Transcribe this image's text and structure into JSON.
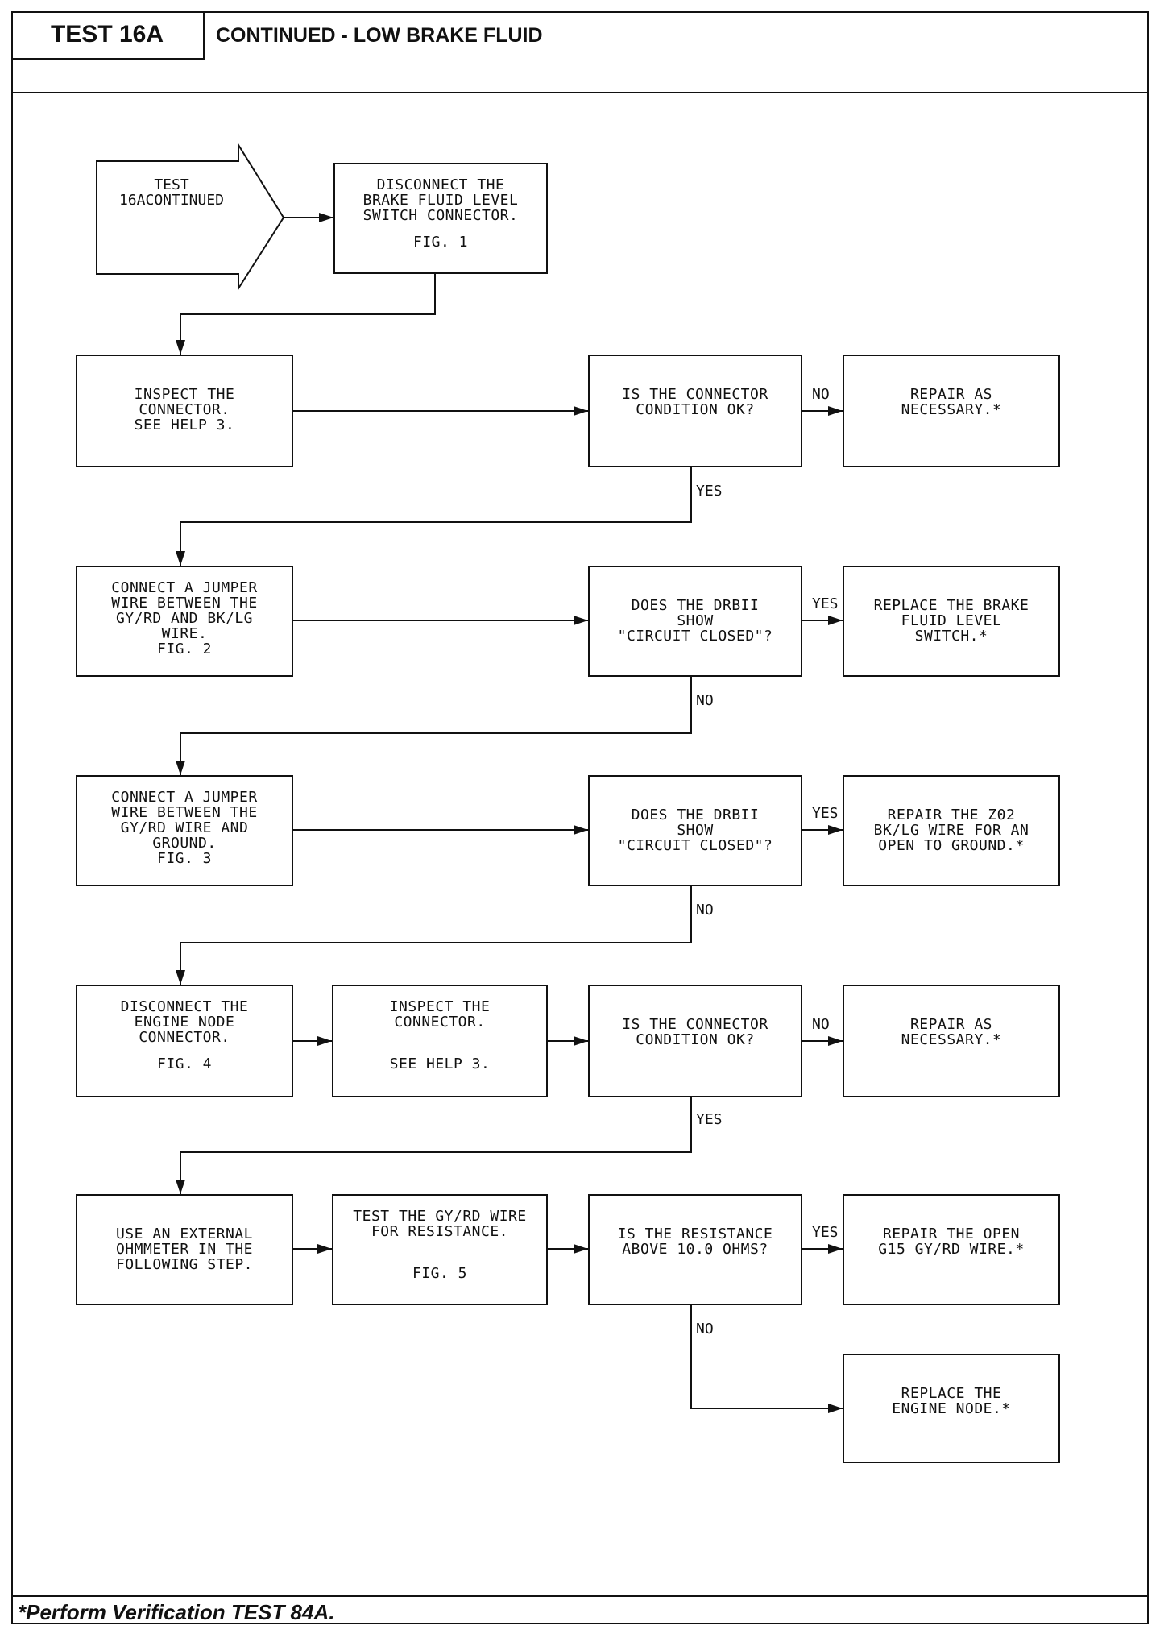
{
  "header": {
    "test_label": "TEST 16A",
    "title": "CONTINUED - LOW BRAKE FLUID"
  },
  "footer": {
    "note": "*Perform Verification TEST 84A."
  },
  "start": {
    "lines": [
      "TEST 16A",
      "CONTINUED"
    ]
  },
  "boxes": {
    "disconnect_switch": {
      "lines": [
        "DISCONNECT THE",
        "BRAKE FLUID LEVEL",
        "SWITCH CONNECTOR."
      ],
      "fig": "FIG. 1"
    },
    "inspect_connector_1": {
      "lines": [
        "INSPECT THE",
        "CONNECTOR.",
        "SEE HELP 3."
      ]
    },
    "connector_ok_1": {
      "lines": [
        "IS THE CONNECTOR",
        "CONDITION OK?"
      ]
    },
    "repair_1": {
      "lines": [
        "REPAIR AS",
        "NECESSARY.*"
      ]
    },
    "jumper_gy_bk": {
      "lines": [
        "CONNECT A JUMPER",
        "WIRE BETWEEN THE",
        "GY/RD AND BK/LG",
        "WIRE.",
        "FIG. 2"
      ]
    },
    "drbii_1": {
      "lines": [
        "DOES THE DRBII",
        "SHOW",
        "\"CIRCUIT CLOSED\"?"
      ]
    },
    "replace_switch": {
      "lines": [
        "REPLACE THE BRAKE",
        "FLUID LEVEL",
        "SWITCH.*"
      ]
    },
    "jumper_gy_gnd": {
      "lines": [
        "CONNECT A JUMPER",
        "WIRE BETWEEN THE",
        "GY/RD WIRE AND",
        "GROUND.",
        "FIG. 3"
      ]
    },
    "drbii_2": {
      "lines": [
        "DOES THE DRBII",
        "SHOW",
        "\"CIRCUIT CLOSED\"?"
      ]
    },
    "repair_z02": {
      "lines": [
        "REPAIR THE Z02",
        "BK/LG WIRE FOR AN",
        "OPEN TO GROUND.*"
      ]
    },
    "disconnect_node": {
      "lines": [
        "DISCONNECT THE",
        "ENGINE NODE",
        "CONNECTOR."
      ],
      "fig": "FIG. 4"
    },
    "inspect_connector_2": {
      "lines": [
        "INSPECT THE",
        "CONNECTOR."
      ],
      "fig": "SEE HELP 3."
    },
    "connector_ok_2": {
      "lines": [
        "IS THE CONNECTOR",
        "CONDITION OK?"
      ]
    },
    "repair_2": {
      "lines": [
        "REPAIR AS",
        "NECESSARY.*"
      ]
    },
    "use_ohmmeter": {
      "lines": [
        "USE AN EXTERNAL",
        "OHMMETER IN THE",
        "FOLLOWING STEP."
      ]
    },
    "test_resistance": {
      "lines": [
        "TEST THE GY/RD WIRE",
        "FOR RESISTANCE."
      ],
      "fig": "FIG. 5"
    },
    "resistance_q": {
      "lines": [
        "IS THE RESISTANCE",
        "ABOVE 10.0 OHMS?"
      ]
    },
    "repair_g15": {
      "lines": [
        "REPAIR THE OPEN",
        "G15 GY/RD WIRE.*"
      ]
    },
    "replace_node": {
      "lines": [
        "REPLACE THE",
        "ENGINE NODE.*"
      ]
    }
  },
  "labels": {
    "no_1": "NO",
    "yes_1": "YES",
    "yes_2": "YES",
    "no_2": "NO",
    "yes_3": "YES",
    "no_3": "NO",
    "no_4": "NO",
    "yes_4": "YES",
    "yes_5": "YES",
    "no_5": "NO"
  }
}
